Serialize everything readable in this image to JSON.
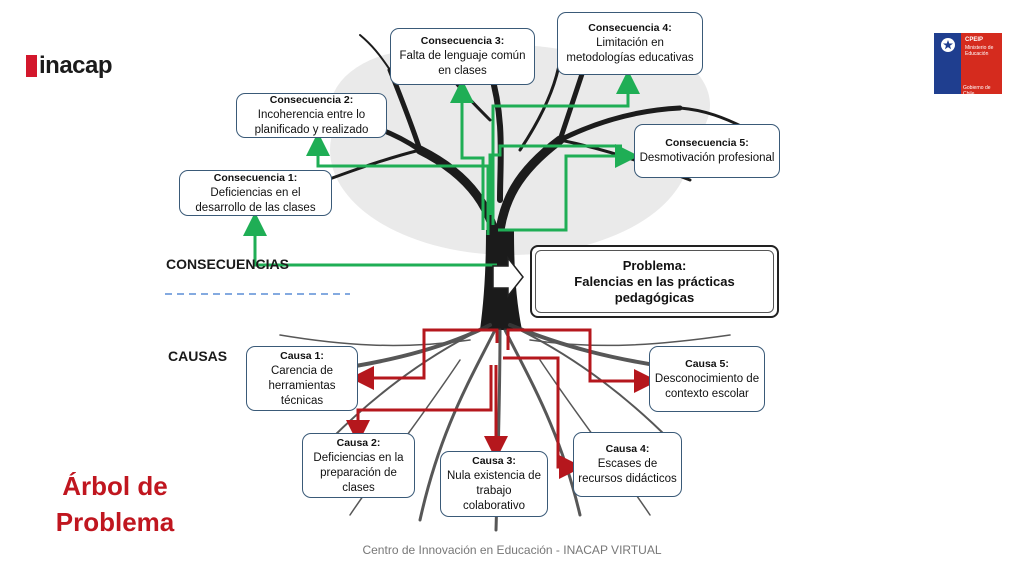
{
  "brand": {
    "logo_text": "inacap"
  },
  "gov_logo": {
    "line1": "CPEIP",
    "line2": "Ministerio de Educación",
    "line3": "Gobierno de Chile"
  },
  "labels": {
    "consecuencias": "CONSECUENCIAS",
    "causas": "CAUSAS"
  },
  "problem": {
    "title": "Problema:",
    "text": "Falencias en las prácticas pedagógicas"
  },
  "consequences": [
    {
      "title": "Consecuencia 1:",
      "text": "Deficiencias en el desarrollo de las clases"
    },
    {
      "title": "Consecuencia 2:",
      "text": "Incoherencia entre lo planificado y realizado"
    },
    {
      "title": "Consecuencia 3:",
      "text": "Falta de lenguaje común en clases"
    },
    {
      "title": "Consecuencia 4:",
      "text": "Limitación en metodologías educativas"
    },
    {
      "title": "Consecuencia 5:",
      "text": "Desmotivación profesional"
    }
  ],
  "causes": [
    {
      "title": "Causa 1:",
      "text": "Carencia de herramientas técnicas"
    },
    {
      "title": "Causa 2:",
      "text": "Deficiencias en la preparación de clases"
    },
    {
      "title": "Causa 3:",
      "text": "Nula existencia de trabajo colaborativo"
    },
    {
      "title": "Causa 4:",
      "text": "Escases de recursos didácticos"
    },
    {
      "title": "Causa 5:",
      "text": "Desconocimiento de contexto escolar"
    }
  ],
  "title": {
    "line1": "Árbol de",
    "line2": "Problema"
  },
  "footer": "Centro de Innovación en Educación - INACAP VIRTUAL",
  "colors": {
    "consequence_arrow": "#1fae55",
    "cause_arrow": "#b5171d",
    "title": "#c0161f",
    "brand_red": "#d3172c"
  }
}
